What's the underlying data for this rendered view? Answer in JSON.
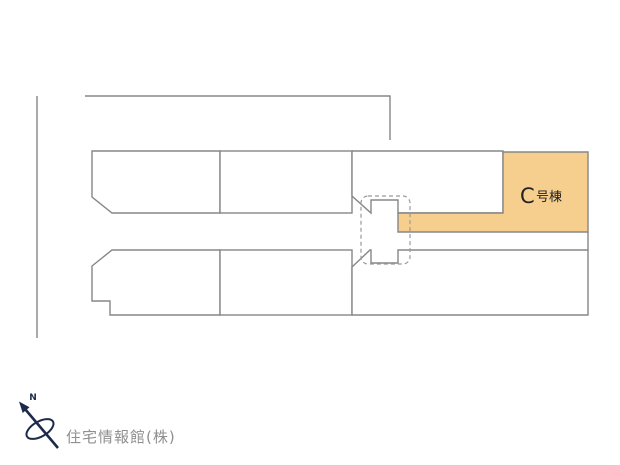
{
  "plan": {
    "unit_letter": "C",
    "unit_suffix": "号棟"
  },
  "compass": {
    "label": "N"
  },
  "footer": {
    "credit": "住宅情報館(株)"
  },
  "colors": {
    "highlight": "#F6CE8D",
    "line": "#878787",
    "compass": "#1C2B4A",
    "credit_text": "#8F8F8F",
    "label_text": "#222222"
  }
}
